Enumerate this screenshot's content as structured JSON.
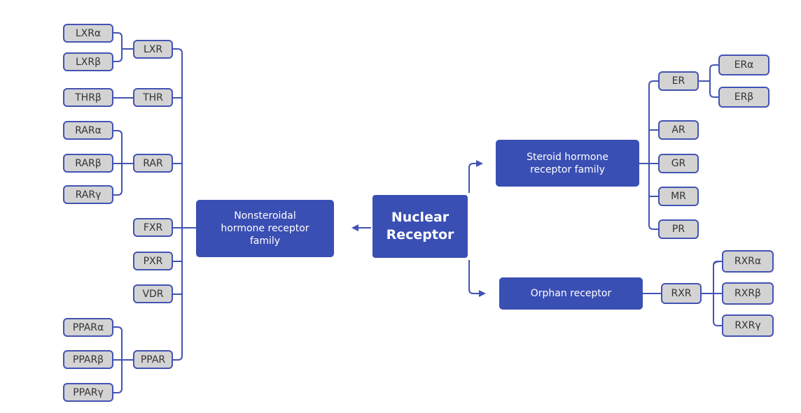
{
  "colors": {
    "node_fill": "#d3d3d3",
    "node_border": "#4353b3",
    "block_fill": "#3a4fb3",
    "connector": "#4353b3",
    "node_text": "#333333"
  },
  "center": {
    "label": "Nuclear\nReceptor"
  },
  "nonsteroidal": {
    "label": "Nonsteroidal\nhormone receptor\nfamily"
  },
  "steroid": {
    "label": "Steroid hormone\nreceptor family"
  },
  "orphan": {
    "label": "Orphan receptor"
  },
  "left_nodes": {
    "LXRa": "LXRα",
    "LXRb": "LXRβ",
    "LXR": "LXR",
    "THRb": "THRβ",
    "THR": "THR",
    "RARa": "RARα",
    "RARb": "RARβ",
    "RARg": "RARγ",
    "RAR": "RAR",
    "FXR": "FXR",
    "PXR": "PXR",
    "VDR": "VDR",
    "PPARa": "PPARα",
    "PPARb": "PPARβ",
    "PPARg": "PPARγ",
    "PPAR": "PPAR"
  },
  "right_nodes": {
    "ER": "ER",
    "ERa": "ERα",
    "ERb": "ERβ",
    "AR": "AR",
    "GR": "GR",
    "MR": "MR",
    "PR": "PR",
    "RXR": "RXR",
    "RXRa": "RXRα",
    "RXRb": "RXRβ",
    "RXRg": "RXRγ"
  }
}
